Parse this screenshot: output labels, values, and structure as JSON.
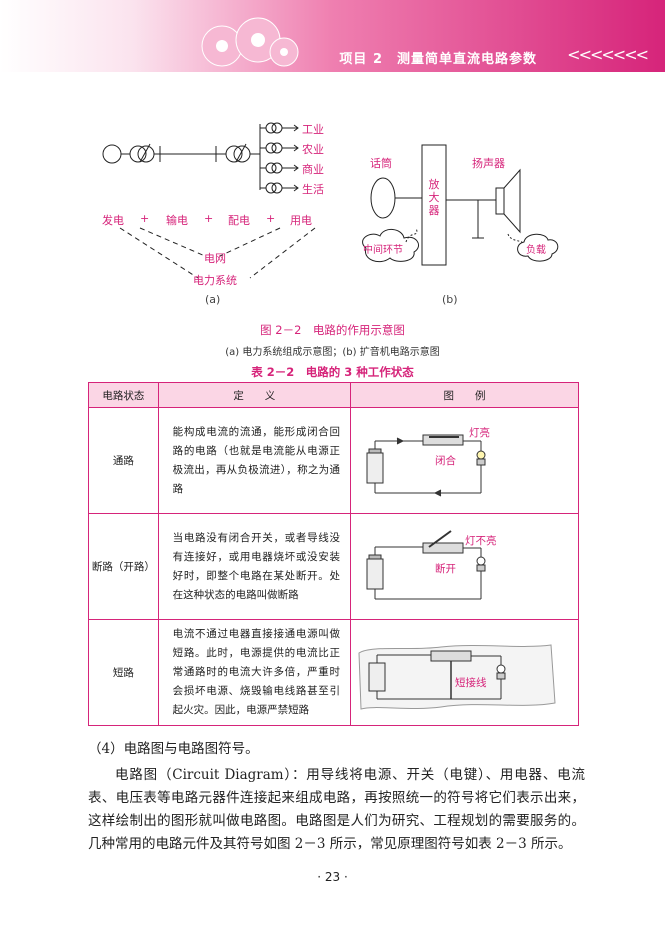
{
  "header": {
    "title": "项目 2　测量简单直流电路参数",
    "arrows": "<<<<<<<"
  },
  "figure_a": {
    "labels": {
      "industry": "工业",
      "agriculture": "农业",
      "commerce": "商业",
      "living": "生活",
      "generation": "发电",
      "plus1": "+",
      "transmission": "输电",
      "plus2": "+",
      "distribution": "配电",
      "plus3": "+",
      "consumption": "用电",
      "grid": "电网",
      "power_system": "电力系统"
    },
    "sub_label": "(a)"
  },
  "figure_b": {
    "labels": {
      "microphone": "话筒",
      "amplifier": "放大器",
      "speaker": "扬声器",
      "intermediate": "中间环节",
      "load": "负载"
    },
    "sub_label": "(b)"
  },
  "figure_caption": {
    "title": "图 2－2　电路的作用示意图",
    "subtitle": "(a) 电力系统组成示意图；(b) 扩音机电路示意图"
  },
  "table": {
    "title": "表 2－2　电路的 3 种工作状态",
    "headers": [
      "电路状态",
      "定　　义",
      "图　　例"
    ],
    "rows": [
      {
        "state": "通路",
        "definition": "能构成电流的流通，能形成闭合回路的电路（也就是电流能从电源正极流出，再从负极流进），称之为通路",
        "ex_label1": "灯亮",
        "ex_label2": "闭合"
      },
      {
        "state": "断路（开路）",
        "definition": "当电路没有闭合开关，或者导线没有连接好，或用电器烧坏或没安装好时，即整个电路在某处断开。处在这种状态的电路叫做断路",
        "ex_label1": "灯不亮",
        "ex_label2": "断开"
      },
      {
        "state": "短路",
        "definition": "电流不通过电器直接接通电源叫做短路。此时，电源提供的电流比正常通路时的电流大许多倍，严重时会损坏电源、烧毁输电线路甚至引起火灾。因此，电源严禁短路",
        "ex_label1": "短接线"
      }
    ]
  },
  "body": {
    "p1": "（4）电路图与电路图符号。",
    "p2": "电路图（Circuit Diagram）：用导线将电源、开关（电键）、用电器、电流表、电压表等电路元器件连接起来组成电路，再按照统一的符号将它们表示出来，这样绘制出的图形就叫做电路图。电路图是人们为研究、工程规划的需要服务的。几种常用的电路元件及其符号如图 2－3 所示，常见原理图符号如表 2－3 所示。"
  },
  "page_number": "· 23 ·"
}
